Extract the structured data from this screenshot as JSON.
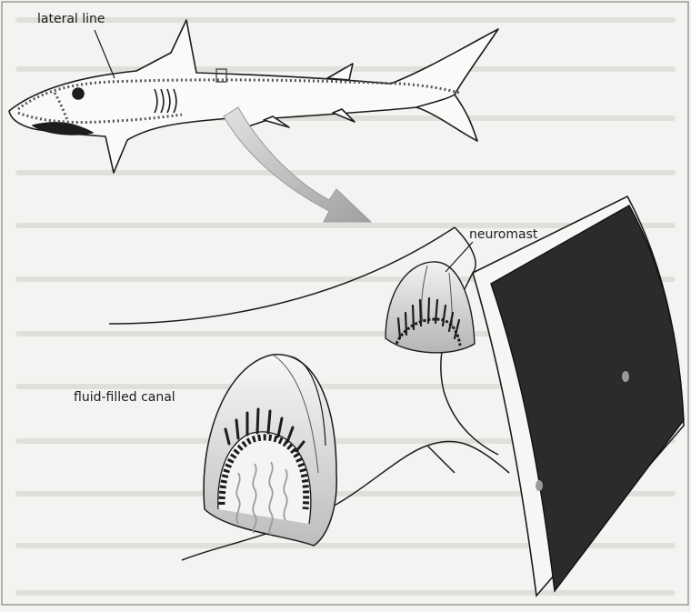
{
  "labels": {
    "lateral_line": "lateral line",
    "neuromast": "neuromast",
    "fluid_filled_canal": "fluid-filled canal"
  },
  "colors": {
    "background": "#f3f3f1",
    "page_lines": "#c9c9c6",
    "ink": "#1c1c1c",
    "arrow": "#a9a9a9",
    "skin": "#2b2b2b",
    "canal_shade": "#bdbdbd",
    "nerve": "#9c9c9c"
  },
  "icons": [
    "shark-figure",
    "zoom-arrow",
    "skin-panel",
    "neuromast-cell-cluster",
    "nerve-fibers"
  ]
}
